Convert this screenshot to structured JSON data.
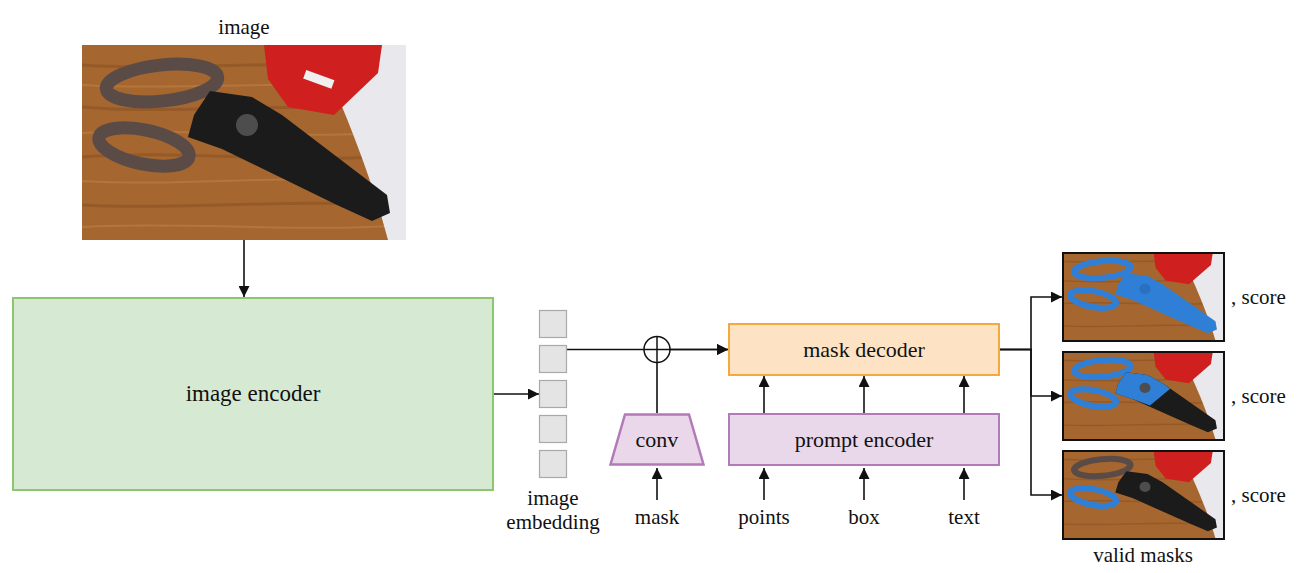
{
  "diagram": {
    "nodes": [
      {
        "text": [
          "image"
        ]
      },
      {
        "text": [
          "image encoder"
        ]
      },
      {
        "text": [
          "image embedding"
        ]
      },
      {
        "text": [
          "conv"
        ]
      },
      {
        "text": [
          "mask decoder"
        ]
      },
      {
        "text": [
          "prompt encoder"
        ]
      },
      {
        "text": [
          ", score"
        ]
      },
      {
        "text": [
          ", score"
        ]
      },
      {
        "text": [
          ", score"
        ]
      }
    ],
    "edges": [
      {
        "from": 0,
        "to": 1,
        "arrow": "to"
      },
      {
        "from": 1,
        "to": 2,
        "arrow": "to"
      },
      {
        "from": 2,
        "to": 4,
        "arrow": "to"
      },
      {
        "from": 3,
        "to": 4,
        "arrow": "to"
      },
      {
        "from": 5,
        "to": 4,
        "arrow": "to"
      },
      {
        "from": 5,
        "to": 4,
        "arrow": "to"
      },
      {
        "from": 5,
        "to": 4,
        "arrow": "to"
      },
      {
        "from": 4,
        "to": 6,
        "arrow": "to"
      },
      {
        "from": 4,
        "to": 7,
        "arrow": "to"
      },
      {
        "from": 4,
        "to": 8,
        "arrow": "to"
      }
    ],
    "labels": [
      "mask",
      "points",
      "box",
      "text",
      "valid masks"
    ]
  }
}
